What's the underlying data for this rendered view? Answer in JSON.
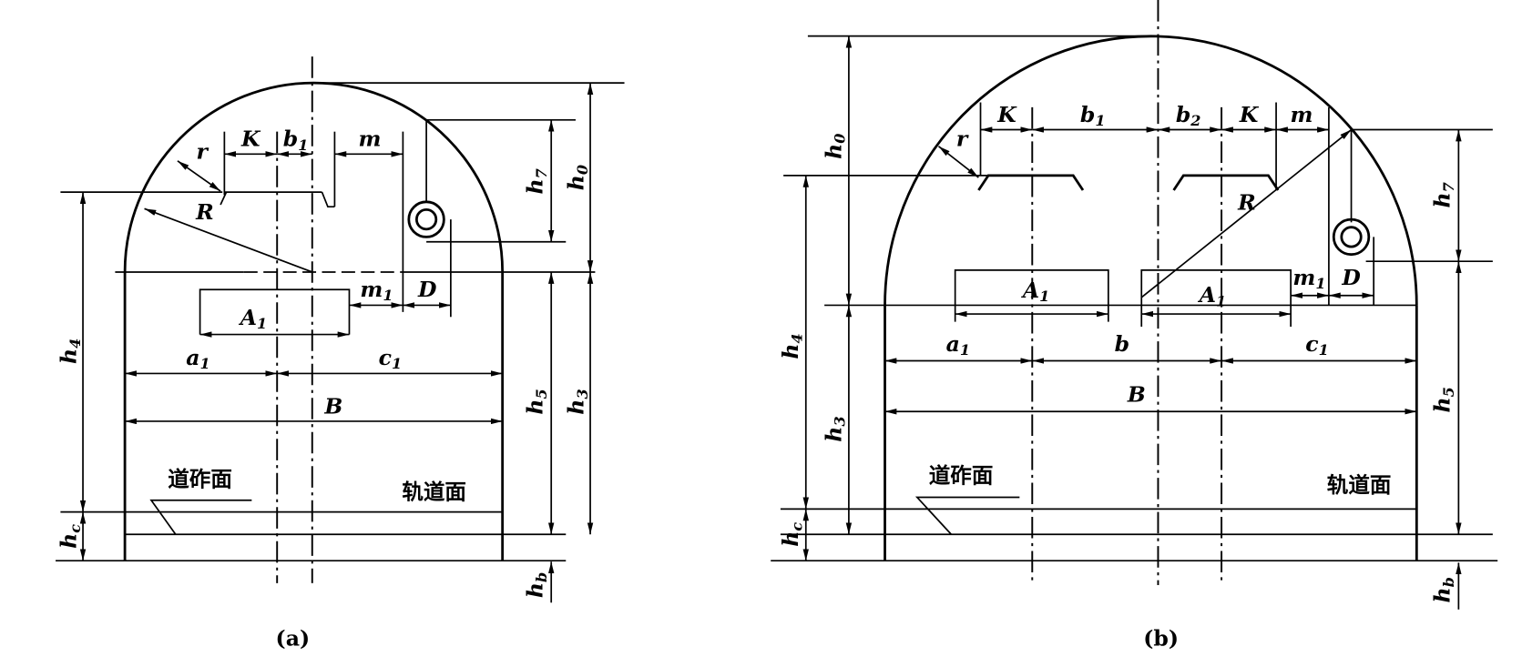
{
  "diagram_a": {
    "caption": "(a)",
    "ballast_surface": "道砟面",
    "rail_surface": "轨道面",
    "labels": {
      "r": [
        "r",
        ""
      ],
      "K": [
        "K",
        ""
      ],
      "b1": [
        "b",
        "1"
      ],
      "m": [
        "m",
        ""
      ],
      "R": [
        "R",
        ""
      ],
      "h7": [
        "h",
        "7"
      ],
      "h0": [
        "h",
        "0"
      ],
      "h4": [
        "h",
        "4"
      ],
      "m1": [
        "m",
        "1"
      ],
      "D": [
        "D",
        ""
      ],
      "A1": [
        "A",
        "1"
      ],
      "a1": [
        "a",
        "1"
      ],
      "c1": [
        "c",
        "1"
      ],
      "B": [
        "B",
        ""
      ],
      "h5": [
        "h",
        "5"
      ],
      "h3": [
        "h",
        "3"
      ],
      "hc": [
        "h",
        "c"
      ],
      "hb": [
        "h",
        "b"
      ]
    }
  },
  "diagram_b": {
    "caption": "(b)",
    "ballast_surface": "道砟面",
    "rail_surface": "轨道面",
    "labels": {
      "h0": [
        "h",
        "0"
      ],
      "r": [
        "r",
        ""
      ],
      "K": [
        "K",
        ""
      ],
      "b1": [
        "b",
        "1"
      ],
      "b2": [
        "b",
        "2"
      ],
      "K2": [
        "K",
        ""
      ],
      "m": [
        "m",
        ""
      ],
      "R": [
        "R",
        ""
      ],
      "h7": [
        "h",
        "7"
      ],
      "A1": [
        "A",
        "1"
      ],
      "A1b": [
        "A",
        "1"
      ],
      "m1": [
        "m",
        "1"
      ],
      "D": [
        "D",
        ""
      ],
      "h4": [
        "h",
        "4"
      ],
      "a1": [
        "a",
        "1"
      ],
      "b": [
        "b",
        ""
      ],
      "c1": [
        "c",
        "1"
      ],
      "B": [
        "B",
        ""
      ],
      "h3": [
        "h",
        "3"
      ],
      "h5": [
        "h",
        "5"
      ],
      "hc": [
        "h",
        "c"
      ],
      "hb": [
        "h",
        "b"
      ]
    }
  }
}
